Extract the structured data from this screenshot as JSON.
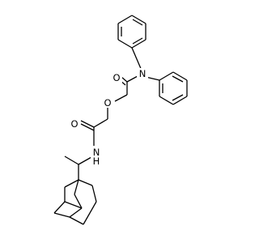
{
  "structure": {
    "atoms": {
      "n_amide_top": "N",
      "o_carbonyl_top": "O",
      "o_ether": "O",
      "o_carbonyl_bottom": "O",
      "n_amide_bottom": "N",
      "h_amide_bottom": "H"
    }
  }
}
